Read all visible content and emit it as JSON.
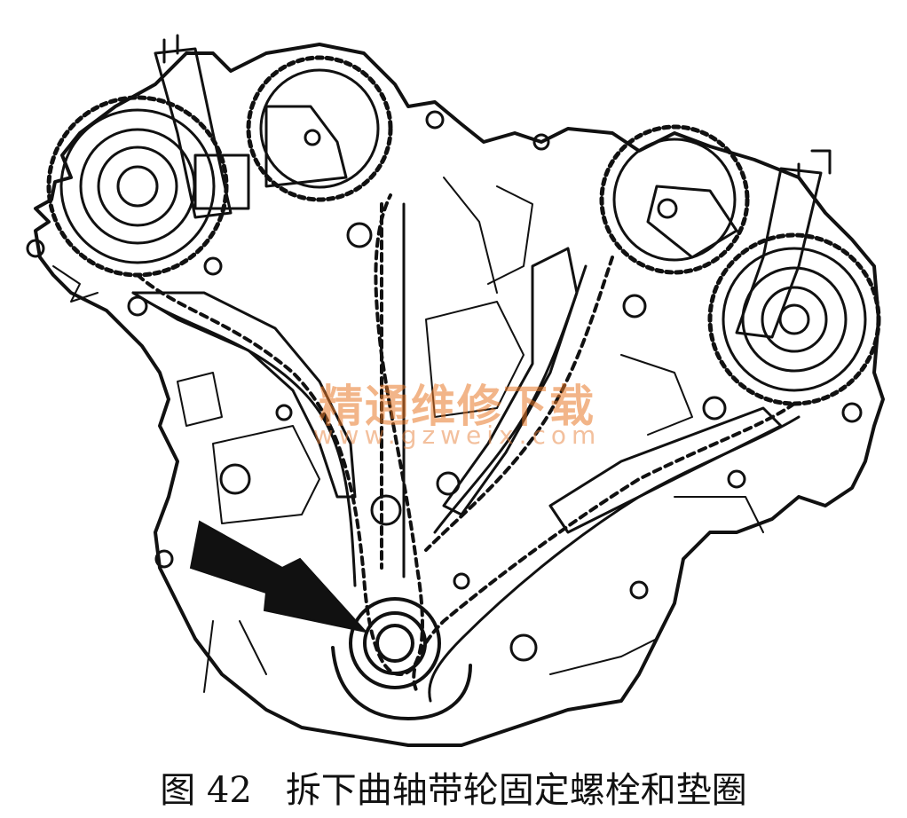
{
  "figure": {
    "caption_number": "图 42",
    "caption_text": "拆下曲轴带轮固定螺栓和垫圈"
  },
  "watermark": {
    "cn": "精通维修下载",
    "url": "www.gzweix.com",
    "color": "#e87828"
  },
  "colors": {
    "ink": "#111111",
    "background": "#ffffff"
  },
  "icons": {
    "pointer": "arrow-pointing-to-crank-bolt"
  }
}
